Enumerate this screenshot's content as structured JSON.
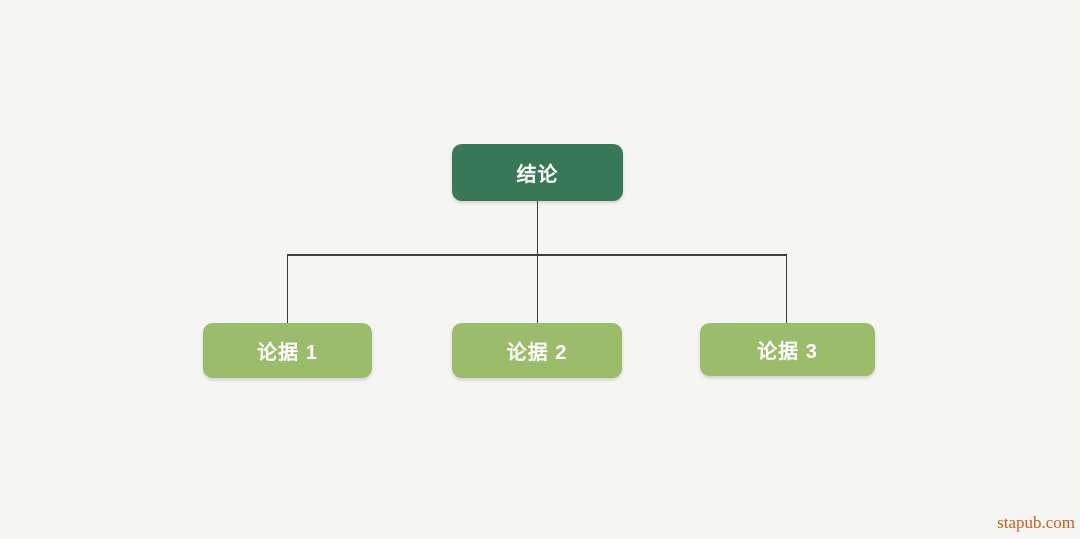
{
  "diagram": {
    "type": "tree",
    "root": {
      "label": "结论"
    },
    "children": [
      {
        "label": "论据 1"
      },
      {
        "label": "论据 2"
      },
      {
        "label": "论据 3"
      }
    ],
    "colors": {
      "background": "#F5F5F4",
      "root_node_bg": "#397856",
      "child_node_bg": "#9BBC6B",
      "node_text": "#FFFFFF",
      "connector_line": "#3C3C3C",
      "watermark_text": "#C8611A"
    }
  },
  "watermark": {
    "text": "stapub.com"
  }
}
